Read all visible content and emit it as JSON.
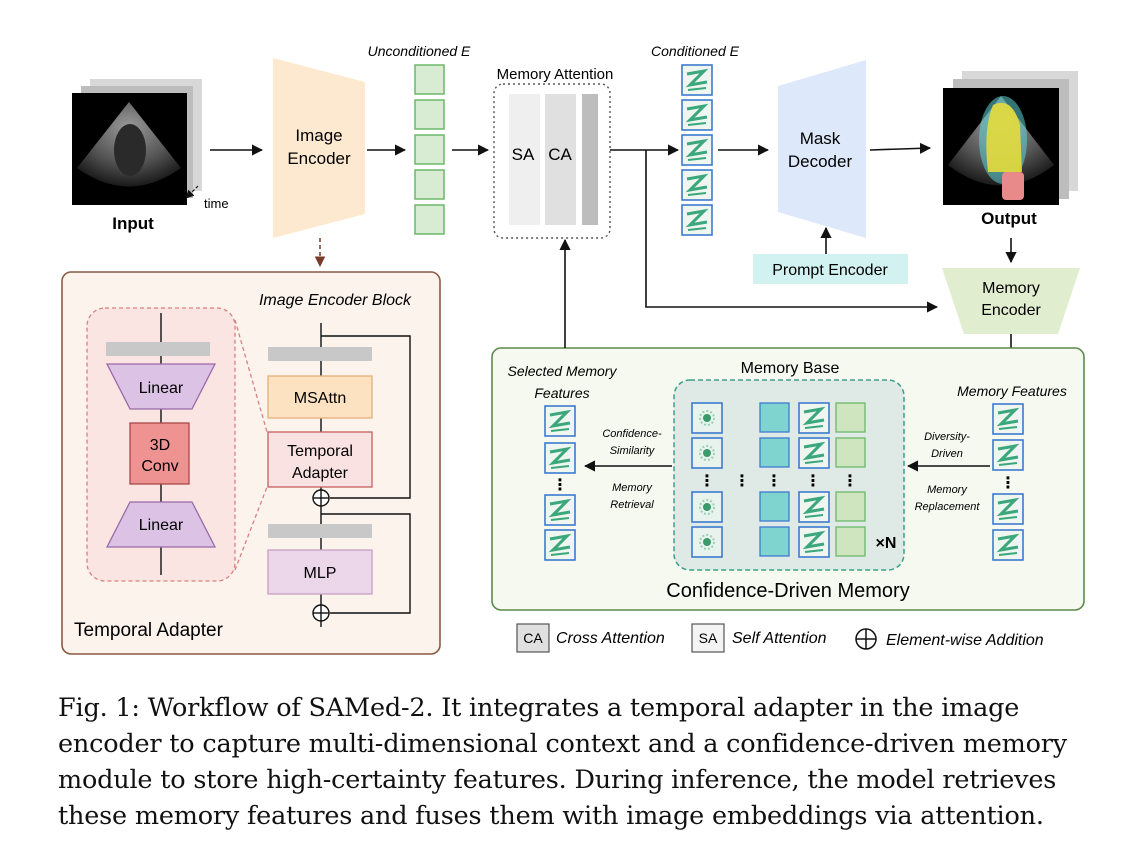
{
  "figure": {
    "input_label": "Input",
    "time_label": "time",
    "image_encoder_label": [
      "Image",
      "Encoder"
    ],
    "unconditioned_label": "Unconditioned E",
    "memory_attention_label": "Memory Attention",
    "sa_label": "SA",
    "ca_label": "CA",
    "conditioned_label": "Conditioned E",
    "mask_decoder_label": [
      "Mask",
      "Decoder"
    ],
    "output_label": "Output",
    "prompt_encoder_label": "Prompt Encoder",
    "memory_encoder_label": [
      "Memory",
      "Encoder"
    ],
    "image_encoder_block_label": "Image Encoder Block",
    "linear_label": "Linear",
    "conv_label": [
      "3D",
      "Conv"
    ],
    "msattn_label": "MSAttn",
    "temporal_adapter_block_label": [
      "Temporal",
      "Adapter"
    ],
    "mlp_label": "MLP",
    "temporal_adapter_title": "Temporal Adapter",
    "selected_memory_label": [
      "Selected Memory",
      "Features"
    ],
    "confidence_similarity_label": [
      "Confidence-",
      "Similarity"
    ],
    "memory_retrieval_label": [
      "Memory",
      "Retrieval"
    ],
    "memory_base_label": "Memory Base",
    "times_n_label": "×N",
    "memory_features_label": "Memory Features",
    "diversity_driven_label": [
      "Diversity-",
      "Driven"
    ],
    "memory_replacement_label": [
      "Memory",
      "Replacement"
    ],
    "confidence_memory_title": "Confidence-Driven Memory",
    "dots": "⋮"
  },
  "legend": {
    "ca_abbr": "CA",
    "ca_text": "Cross Attention",
    "sa_abbr": "SA",
    "sa_text": "Self Attention",
    "add_text": "Element-wise Addition"
  },
  "caption": {
    "lines": [
      "Fig. 1: Workflow of SAMed-2. It integrates a temporal adapter in the image",
      "encoder to capture multi-dimensional context and a confidence-driven memory",
      "module to store high-certainty features. During inference, the model retrieves",
      "these memory features and fuses them with image embeddings via attention."
    ]
  },
  "colors": {
    "encoder_fill": "#fde9d0",
    "embedding_fill": "#d7ecd3",
    "embedding_stroke": "#6bb86a",
    "decoder_fill": "#dde9fb",
    "prompt_fill": "#d2f1f1",
    "memory_encoder_fill": "#e1edcf",
    "temporal_panel_fill": "#fbf3ec",
    "temporal_panel_stroke": "#8a5a44",
    "memory_panel_fill": "#f5f9ef",
    "memory_panel_stroke": "#5c8a4c",
    "memory_base_fill": "#dfeae6",
    "linear_fill": "#dcc2e4",
    "conv_fill": "#ef9292",
    "msattn_fill": "#fde2c2",
    "adapter_fill": "#fbe2e2",
    "mlp_fill": "#ecd6ea",
    "teal_fill": "#7fd4d0",
    "segmentation_yellow": "#e5dc3c",
    "segmentation_red": "#e88a8a",
    "segmentation_cyan": "#5ed3d6"
  }
}
